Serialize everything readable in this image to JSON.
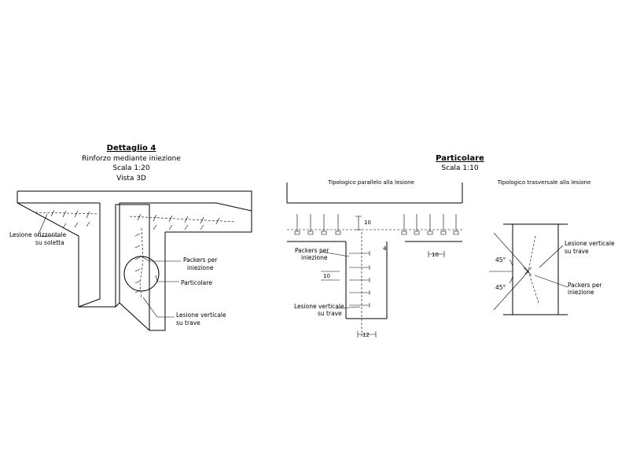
{
  "detail": {
    "title": "Dettaglio 4",
    "subtitle": "Rinforzo mediante iniezione",
    "scale": "Scala 1:20",
    "view": "Vista 3D"
  },
  "particolare": {
    "title": "Particolare",
    "scale": "Scala 1:10"
  },
  "view3d": {
    "lesione_orizzontale_1": "Lesione orizzontale",
    "lesione_orizzontale_2": "su soletta",
    "packers_1": "Packers per",
    "packers_2": "iniezione",
    "particolare": "Particolare",
    "lesione_verticale_1": "Lesione verticale",
    "lesione_verticale_2": "su trave"
  },
  "parallel": {
    "heading": "Tipologico parallelo alla lesione",
    "dim_10_top": "10",
    "dim_4": "4",
    "dim_10_right": "10",
    "dim_10_left": "10",
    "dim_12": "12",
    "packers_1": "Packers per",
    "packers_2": "iniezione",
    "lesione_1": "Lesione verticale",
    "lesione_2": "su trave"
  },
  "transversal": {
    "heading": "Tipologico trasversale alla lesione",
    "angle_top": "45°",
    "angle_bottom": "45°",
    "lesione_1": "Lesione verticale",
    "lesione_2": "su trave",
    "packers_1": "Packers per",
    "packers_2": "iniezione"
  }
}
